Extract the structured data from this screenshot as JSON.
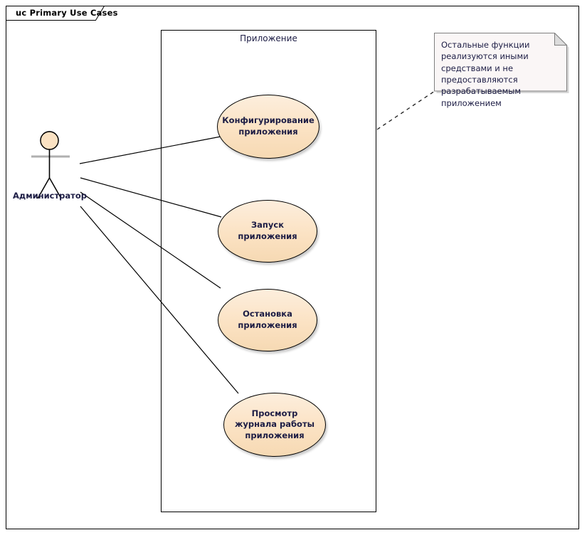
{
  "diagram": {
    "frame_title": "uc Primary Use Cases",
    "system_boundary_label": "Приложение",
    "actor": {
      "name": "Администратор",
      "icon": "actor-stick-figure-icon"
    },
    "use_cases": [
      {
        "id": "configure",
        "label": "Конфигурирование приложения"
      },
      {
        "id": "start",
        "label": "Запуск приложения"
      },
      {
        "id": "stop",
        "label": "Остановка приложения"
      },
      {
        "id": "view-log",
        "label": "Просмотр журнала работы приложения"
      }
    ],
    "note": {
      "text": "Остальные функции реализуются иными средствами и не предоставляются разрабатываемым приложением"
    },
    "colors": {
      "usecase_fill_top": "#fdeedd",
      "usecase_fill_bottom": "#f6d9b3",
      "usecase_stroke": "#000000",
      "note_fill": "#faf6f6",
      "note_stroke": "#7f7f7f",
      "text": "#1c1c44",
      "frame_stroke": "#000000",
      "actor_head_fill": "#fbe2c3",
      "actor_bar_fill": "#b0b0b0"
    }
  }
}
